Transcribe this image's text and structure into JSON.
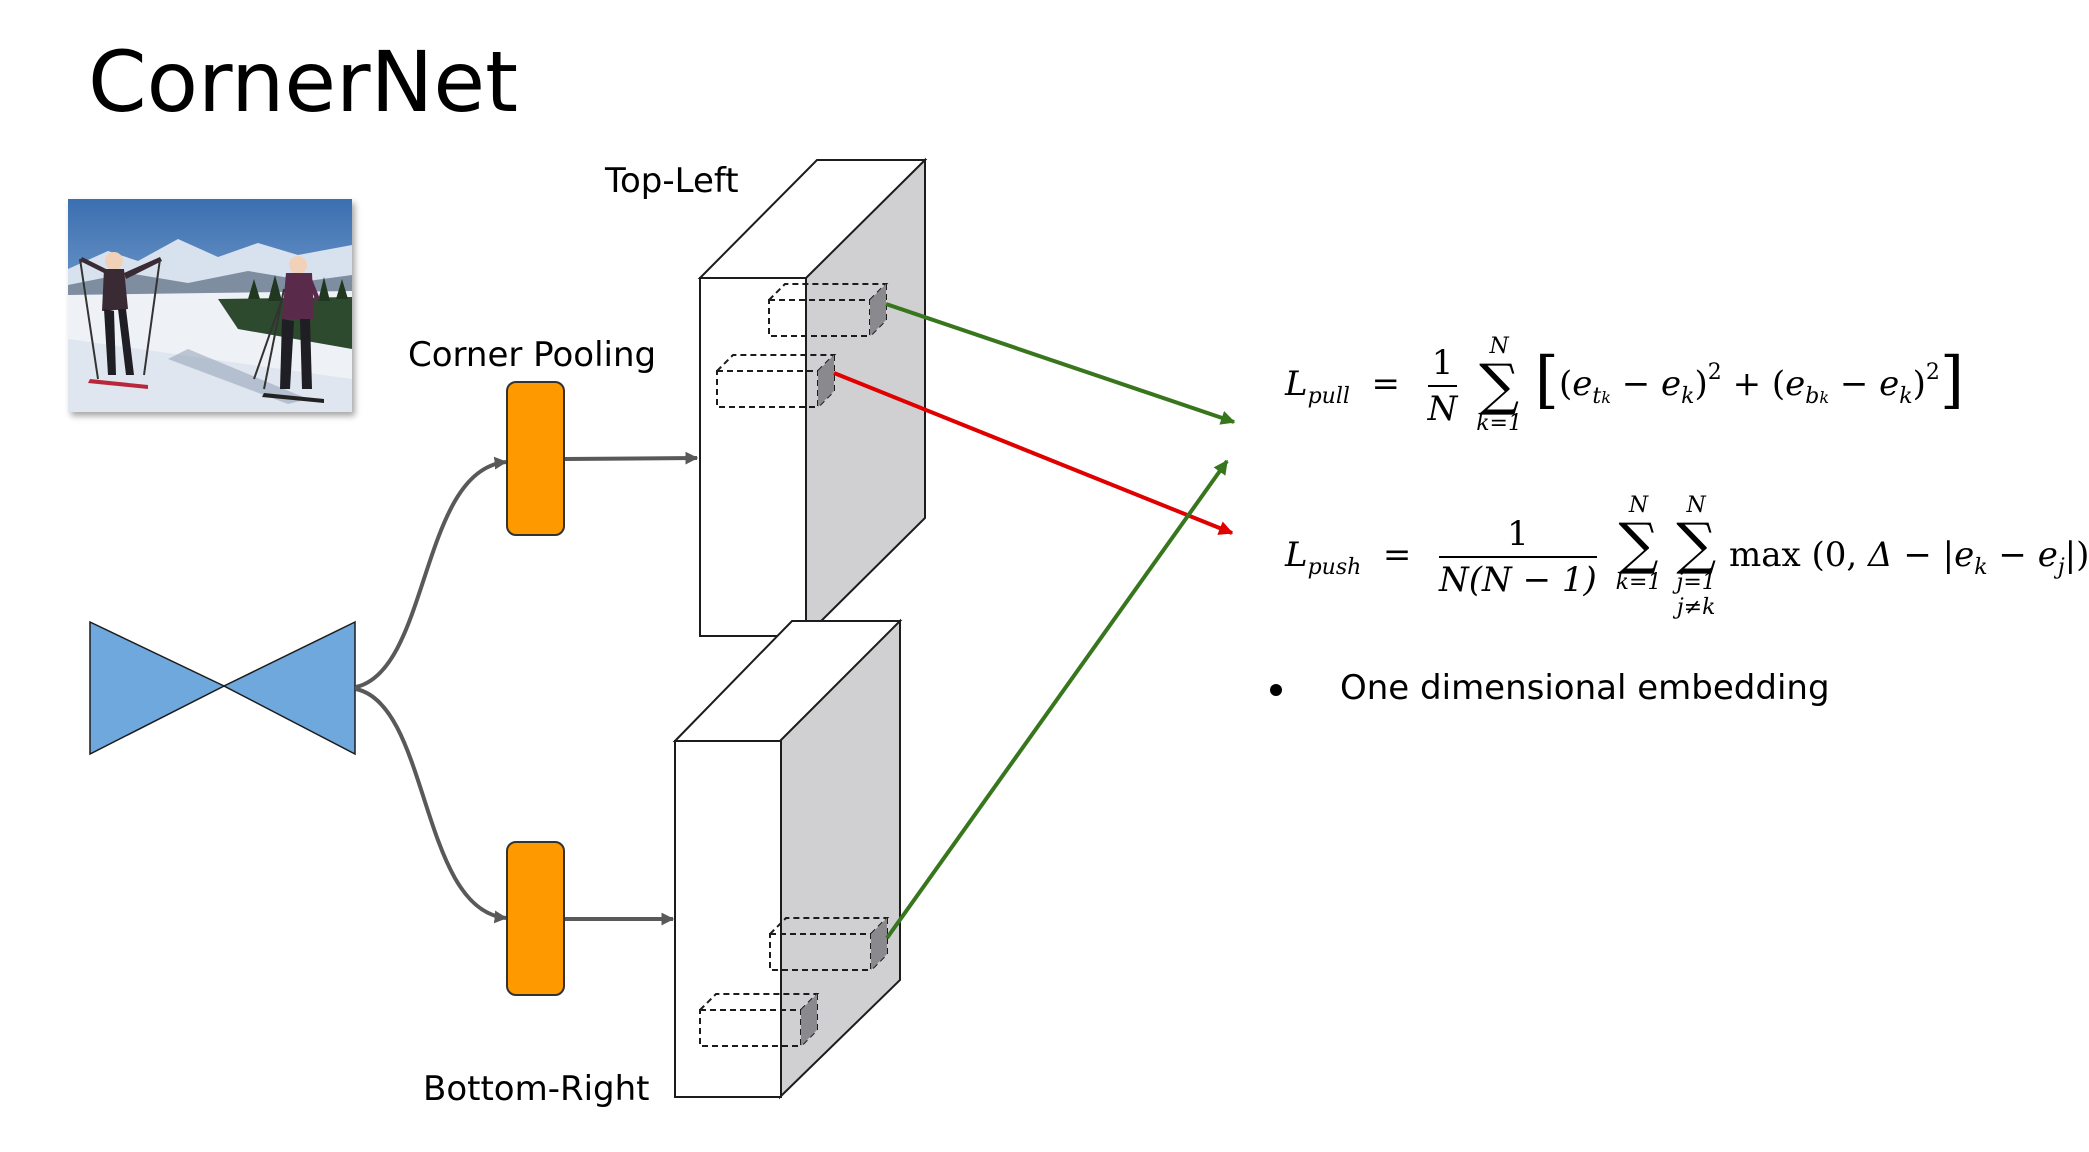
{
  "slide": {
    "title": "CornerNet"
  },
  "labels": {
    "top_left": "Top-Left",
    "corner_pooling": "Corner Pooling",
    "bottom_right": "Bottom-Right"
  },
  "equations": {
    "pull": {
      "lhs": "L",
      "lhs_sub": "pull",
      "frac_num": "1",
      "frac_den": "N",
      "sum_upper": "N",
      "sum_lower": "k=1",
      "body": "(e_{t_k} − e_k)^2 + (e_{b_k} − e_k)^2"
    },
    "push": {
      "lhs": "L",
      "lhs_sub": "push",
      "frac_num": "1",
      "frac_den": "N(N − 1)",
      "sum1_upper": "N",
      "sum1_lower": "k=1",
      "sum2_upper": "N",
      "sum2_lower_1": "j=1",
      "sum2_lower_2": "j≠k",
      "body": "max (0, Δ − |e_k − e_j|)"
    }
  },
  "bullets": [
    "One dimensional embedding"
  ],
  "colors": {
    "hourglass": "#6fa8dc",
    "pooling": "#ff9900",
    "arrow_pull": "#38761d",
    "arrow_push": "#e00000",
    "connector": "#595959",
    "box_side": "#d0d0d3"
  },
  "icons": [
    "hourglass-network-icon",
    "photo-skiers"
  ]
}
